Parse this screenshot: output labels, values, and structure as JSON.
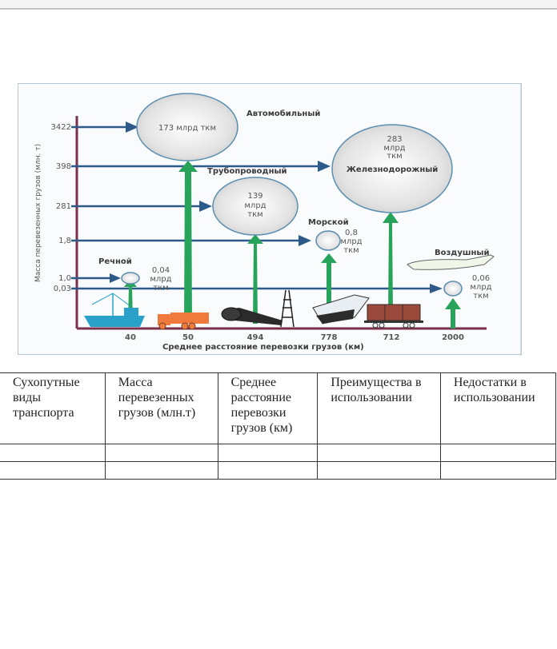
{
  "chart_data": {
    "type": "scatter",
    "title": "",
    "xlabel": "Среднее расстояние перевозки грузов (км)",
    "ylabel": "Масса перевезенных грузов (млн. т)",
    "x_ticks": [
      "40",
      "50",
      "494",
      "778",
      "712",
      "2000"
    ],
    "y_ticks": [
      "3422",
      "398",
      "281",
      "1,8",
      "1,0",
      "0,03"
    ],
    "points": [
      {
        "name": "Речной",
        "x": "40",
        "y": "1,0",
        "turnover": "0,04 млрд ткм"
      },
      {
        "name": "Автомобильный",
        "x": "50",
        "y": "3422",
        "turnover": "173 млрд ткм"
      },
      {
        "name": "Трубопроводный",
        "x": "494",
        "y": "281",
        "turnover": "139 млрд ткм"
      },
      {
        "name": "Морской",
        "x": "778",
        "y": "1,8",
        "turnover": "0,8 млрд ткм"
      },
      {
        "name": "Железнодорожный",
        "x": "712",
        "y": "398",
        "turnover": "283 млрд ткм"
      },
      {
        "name": "Воздушный",
        "x": "2000",
        "y": "0,03",
        "turnover": "0,06 млрд ткм"
      }
    ],
    "colors": {
      "h_arrow": "#2e5a8a",
      "v_arrow": "#27a35a",
      "axis": "#7a2f4a",
      "bubble_stroke": "#5b8fb0"
    }
  },
  "figure": {
    "labels": {
      "auto": "Автомобильный",
      "auto_value": "173 млрд ткм",
      "pipe": "Трубопроводный",
      "pipe_value_1": "139",
      "pipe_value_2": "млрд",
      "pipe_value_3": "ткм",
      "rail": "Железнодорожный",
      "rail_value_1": "283",
      "rail_value_2": "млрд",
      "rail_value_3": "ткм",
      "sea": "Морской",
      "sea_value_1": "0,8",
      "sea_value_2": "млрд",
      "sea_value_3": "ткм",
      "river": "Речной",
      "river_value_1": "0,04",
      "river_value_2": "млрд",
      "river_value_3": "ткм",
      "air": "Воздушный",
      "air_value_1": "0,06",
      "air_value_2": "млрд",
      "air_value_3": "ткм"
    }
  },
  "table": {
    "headers": [
      "Сухопутные виды транспорта",
      "Масса перевезенных грузов (млн.т)",
      "Среднее расстояние перевозки грузов (км)",
      "Преимущества в использовании",
      "Недостатки в использовании"
    ],
    "rows": [
      [
        "",
        "",
        "",
        "",
        ""
      ],
      [
        "",
        "",
        "",
        "",
        ""
      ]
    ]
  }
}
